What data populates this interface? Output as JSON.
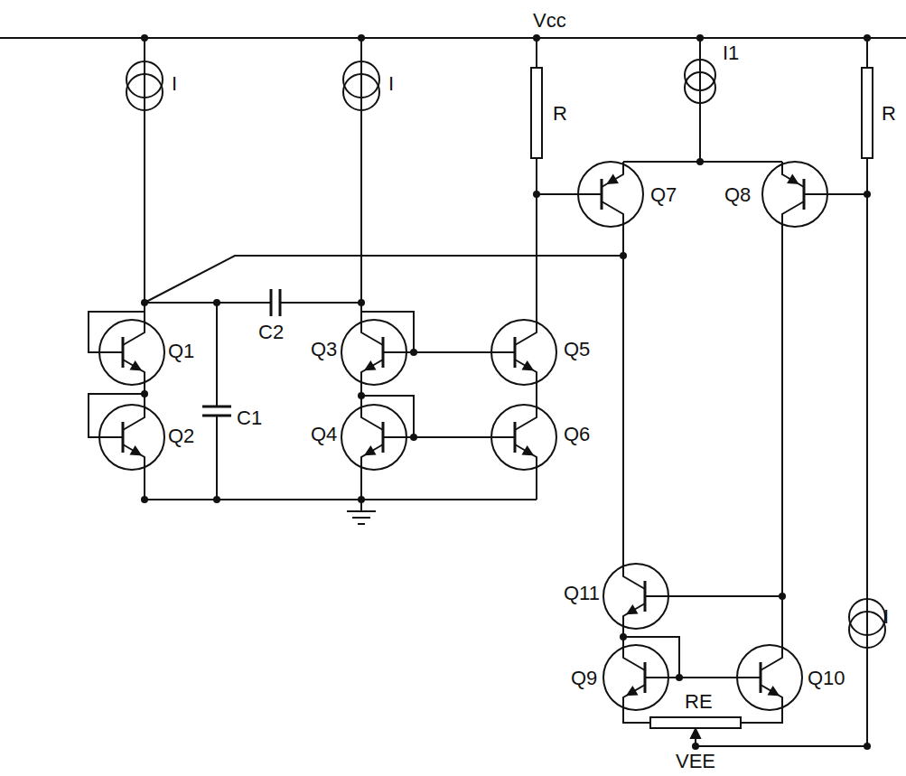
{
  "diagram": {
    "labels": [
      "Vcc",
      "I",
      "I",
      "R",
      "I1",
      "R",
      "Q7",
      "Q8",
      "Q1",
      "Q2",
      "C1",
      "C2",
      "Q3",
      "Q4",
      "Q5",
      "Q6",
      "Q11",
      "Q9",
      "Q10",
      "RE",
      "I",
      "VEE"
    ]
  }
}
